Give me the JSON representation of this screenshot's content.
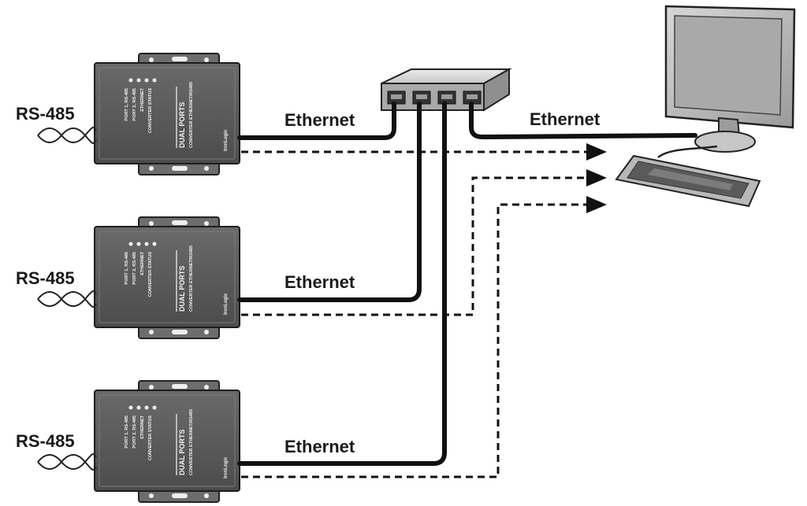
{
  "labels": {
    "rs485": "RS-485",
    "ethernet": "Ethernet"
  },
  "converter": {
    "led_labels": [
      "PORT 1, RS-485",
      "PORT 2, RS-485",
      "ETHERNET",
      "CONVERTER STATUS"
    ],
    "title": "DUAL PORTS",
    "subtitle": "CONVERTER ETHERNET/RS485",
    "brand": "IronLogic"
  },
  "colors": {
    "device_body": "#5e5e5e",
    "device_face": "#555555",
    "cable": "#111111",
    "monitor_screen": "#a9a9a9",
    "background": "#ffffff"
  },
  "icons": [
    "converter-device-icon",
    "network-switch-icon",
    "computer-monitor-icon",
    "keyboard-icon",
    "twisted-pair-icon"
  ]
}
